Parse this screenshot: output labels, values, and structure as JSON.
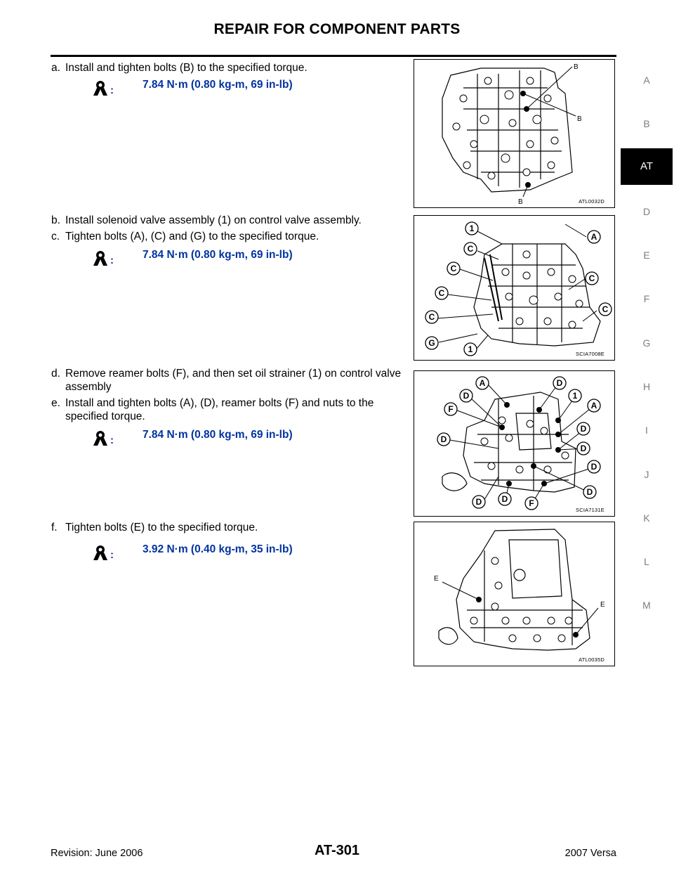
{
  "header": {
    "title": "REPAIR FOR COMPONENT PARTS"
  },
  "steps": [
    {
      "letter": "a.",
      "text": "Install and tighten bolts (B)  to the specified torque."
    },
    {
      "letter": "b.",
      "text": "Install solenoid valve assembly (1) on control valve assembly."
    },
    {
      "letter": "c.",
      "text": "Tighten bolts (A), (C) and (G) to the specified torque."
    },
    {
      "letter": "d.",
      "text": "Remove reamer bolts (F), and then set oil strainer (1) on control valve assembly"
    },
    {
      "letter": "e.",
      "text": "Install and tighten bolts (A), (D), reamer bolts (F) and nuts to the specified torque."
    },
    {
      "letter": "f.",
      "text": "Tighten bolts (E) to the specified torque."
    }
  ],
  "torques": [
    {
      "icon": "torque-wrench-icon",
      "colon": ":",
      "value": "7.84 N·m (0.80 kg-m, 69 in-lb)"
    },
    {
      "icon": "torque-wrench-icon",
      "colon": ":",
      "value": "7.84 N·m (0.80 kg-m, 69 in-lb)"
    },
    {
      "icon": "torque-wrench-icon",
      "colon": ":",
      "value": "7.84 N·m (0.80 kg-m, 69 in-lb)"
    },
    {
      "icon": "torque-wrench-icon",
      "colon": ":",
      "value": "3.92 N·m (0.40 kg-m, 35 in-lb)"
    }
  ],
  "figures": [
    {
      "code": "ATL0032D",
      "labels": [
        "B",
        "B",
        "B"
      ]
    },
    {
      "code": "SCIA7008E",
      "labels": [
        "1",
        "C",
        "C",
        "C",
        "C",
        "G",
        "1",
        "A",
        "C",
        "C"
      ]
    },
    {
      "code": "SCIA7131E",
      "labels": [
        "A",
        "D",
        "1",
        "D",
        "A",
        "F",
        "D",
        "D",
        "D",
        "D",
        "D",
        "D",
        "D",
        "F"
      ]
    },
    {
      "code": "ATL0035D",
      "labels": [
        "E",
        "E"
      ]
    }
  ],
  "side_index": {
    "items": [
      "A",
      "B",
      "D",
      "E",
      "F",
      "G",
      "H",
      "I",
      "J",
      "K",
      "L",
      "M"
    ],
    "active": "AT"
  },
  "footer": {
    "revision": "Revision: June 2006",
    "page": "AT-301",
    "model": "2007 Versa"
  }
}
